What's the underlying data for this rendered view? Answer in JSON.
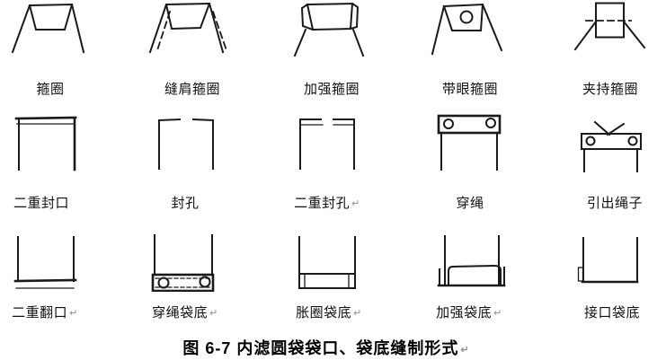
{
  "page": {
    "background": "#ffffff",
    "ink_color": "#1a1a1a"
  },
  "figure": {
    "caption": "图 6-7 内滤圆袋袋口、袋底缝制形式",
    "caption_suffix": "↵"
  },
  "rows": [
    {
      "name": "bag-mouth-hoop-types",
      "items": [
        {
          "label": "箍圈",
          "suffix": "",
          "icon": "hoop-ring-diagram"
        },
        {
          "label": "缝肩箍圈",
          "suffix": "",
          "icon": "sewn-shoulder-hoop-diagram"
        },
        {
          "label": "加强箍圈",
          "suffix": "",
          "icon": "reinforced-hoop-diagram"
        },
        {
          "label": "带眼箍圈",
          "suffix": "",
          "icon": "eyelet-hoop-diagram"
        },
        {
          "label": "夹持箍圈",
          "suffix": "",
          "icon": "clamp-hoop-diagram"
        }
      ]
    },
    {
      "name": "bag-mouth-seal-types",
      "items": [
        {
          "label": "二重封口",
          "suffix": "",
          "icon": "double-seal-diagram"
        },
        {
          "label": "封孔",
          "suffix": "",
          "icon": "seal-hole-diagram"
        },
        {
          "label": "二重封孔",
          "suffix": "↵",
          "icon": "double-seal-hole-diagram"
        },
        {
          "label": "穿绳",
          "suffix": "",
          "icon": "rope-threaded-mouth-diagram"
        },
        {
          "label": "引出绳子",
          "suffix": "",
          "icon": "rope-leadout-diagram"
        }
      ]
    },
    {
      "name": "bag-bottom-types",
      "items": [
        {
          "label": "二重翻口",
          "suffix": "↵",
          "icon": "double-fold-bottom-diagram"
        },
        {
          "label": "穿绳袋底",
          "suffix": "↵",
          "icon": "rope-threaded-bottom-diagram"
        },
        {
          "label": "胀圈袋底",
          "suffix": "↵",
          "icon": "expansion-ring-bottom-diagram"
        },
        {
          "label": "加强袋底",
          "suffix": "↵",
          "icon": "reinforced-bottom-diagram"
        },
        {
          "label": "接口袋底",
          "suffix": "",
          "icon": "joint-bottom-diagram"
        }
      ]
    }
  ]
}
